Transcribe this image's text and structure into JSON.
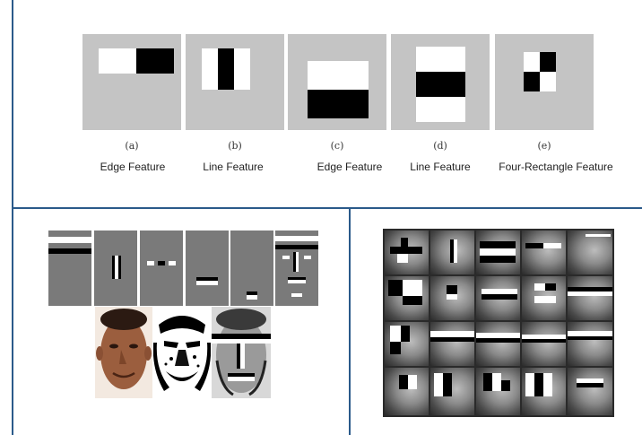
{
  "features": [
    {
      "letter": "(a)",
      "name": "Edge Feature"
    },
    {
      "letter": "(b)",
      "name": "Line Feature"
    },
    {
      "letter": "(c)",
      "name": "Edge Feature"
    },
    {
      "letter": "(d)",
      "name": "Line Feature"
    },
    {
      "letter": "(e)",
      "name": "Four-Rectangle Feature"
    }
  ],
  "colors": {
    "divider": "#2b5a8a",
    "tile": "#c4c4c4"
  }
}
